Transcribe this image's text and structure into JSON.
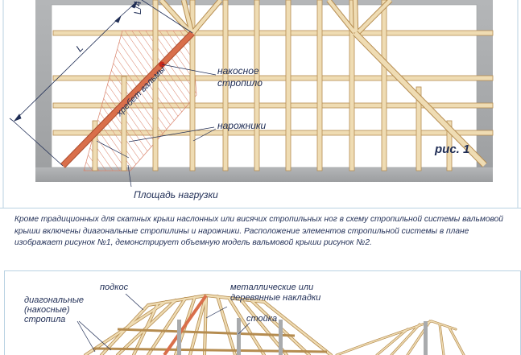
{
  "figure1": {
    "label_l4": "L/4",
    "label_l": "L",
    "label_ridge": "хребет вальмы",
    "label_hip_rafter_line1": "накосное",
    "label_hip_rafter_line2": "стропило",
    "label_jack_rafters": "нарожники",
    "label_load_area": "Площадь нагрузки",
    "label_figure": "рис. 1"
  },
  "caption": {
    "text": "Кроме традиционных для скатных крыш наслонных или висячих стропильных ног в схему стропильной системы вальмовой крыши включены диагональные стропилины и нарожники. Расположение элементов стропильной системы в плане изображает рисунок №1, демонстрирует объемную модель вальмовой крыши рисунок №2."
  },
  "figure2": {
    "label_diag_line1": "диагональные",
    "label_diag_line2": "(накосные)",
    "label_diag_line3": "стропила",
    "label_strut": "подкос",
    "label_plates_line1": "металлические или",
    "label_plates_line2": "деревянные накладки",
    "label_post": "стойка"
  },
  "colors": {
    "wall": "#a9abad",
    "timber": "#efdcb3",
    "timber_edge": "#b58c50",
    "hip": "#d96f4b",
    "hatch": "#d9826a",
    "label": "#1f2d55",
    "border": "#b9d2e2"
  }
}
